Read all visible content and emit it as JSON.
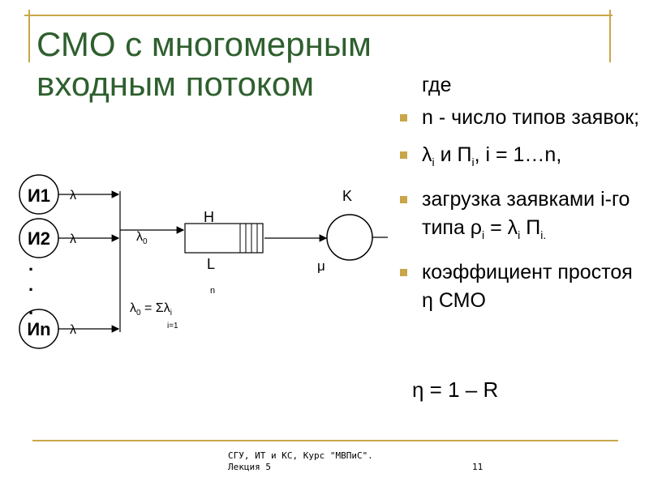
{
  "slide": {
    "title_line1": "СМО с многомерным",
    "title_line2": "входным потоком",
    "accent_color": "#c9a64a",
    "title_color": "#2e5f2e"
  },
  "text_panel": {
    "intro": "где",
    "bullets": [
      {
        "pre": "n  - число типов заявок;"
      },
      {
        "lam": "λ",
        "sub1": "i",
        "mid": " и П",
        "sub2": "i",
        "post": ",  i = 1…n,"
      },
      {
        "pre": "загрузка заявками i-го типа  ρ",
        "sub1": "i",
        "mid": " = λ",
        "sub2": "i",
        "post": " П",
        "sub3": "i."
      },
      {
        "pre": "коэффициент простоя η СМО"
      }
    ],
    "eta_formula": "η = 1 – R"
  },
  "diagram": {
    "sources": [
      "И1",
      "И2",
      "Иn"
    ],
    "source_rate": "λ",
    "merged_rate": "λ",
    "merged_rate_sub": "0",
    "queue_top": "H",
    "queue_bottom": "L",
    "server_label": "K",
    "service_rate": "μ",
    "sum_lhs": "λ",
    "sum_lhs_sub": "0",
    "sum_eq": " = Σλ",
    "sum_sub": "i",
    "sum_top": "n",
    "sum_bottom": "i=1",
    "dot": "."
  },
  "footer": {
    "line1": "СГУ, ИТ и КС, Курс \"МВПиС\".",
    "line2": "Лекция 5",
    "page": "11"
  }
}
